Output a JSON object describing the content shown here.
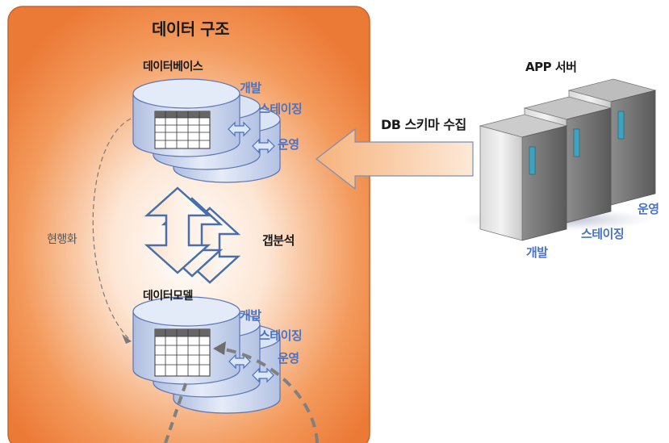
{
  "panel": {
    "title": "데이터 구조"
  },
  "database": {
    "title": "데이터베이스",
    "env_dev": "개발",
    "env_staging": "스테이징",
    "env_ops": "운영"
  },
  "model": {
    "title": "데이터모델",
    "env_dev": "개발",
    "env_staging": "스테이징",
    "env_ops": "운영"
  },
  "gap": {
    "label": "갭분석"
  },
  "sync": {
    "label": "현행화"
  },
  "collect": {
    "label": "DB 스키마 수집"
  },
  "app_server": {
    "title": "APP 서버",
    "env_dev": "개발",
    "env_staging": "스테이징",
    "env_ops": "운영"
  },
  "colors": {
    "panel_orange": "#ee7d3a",
    "panel_border": "#c8652b",
    "cylinder_blue": "#c6d3ee",
    "label_blue": "#4a73c4"
  }
}
